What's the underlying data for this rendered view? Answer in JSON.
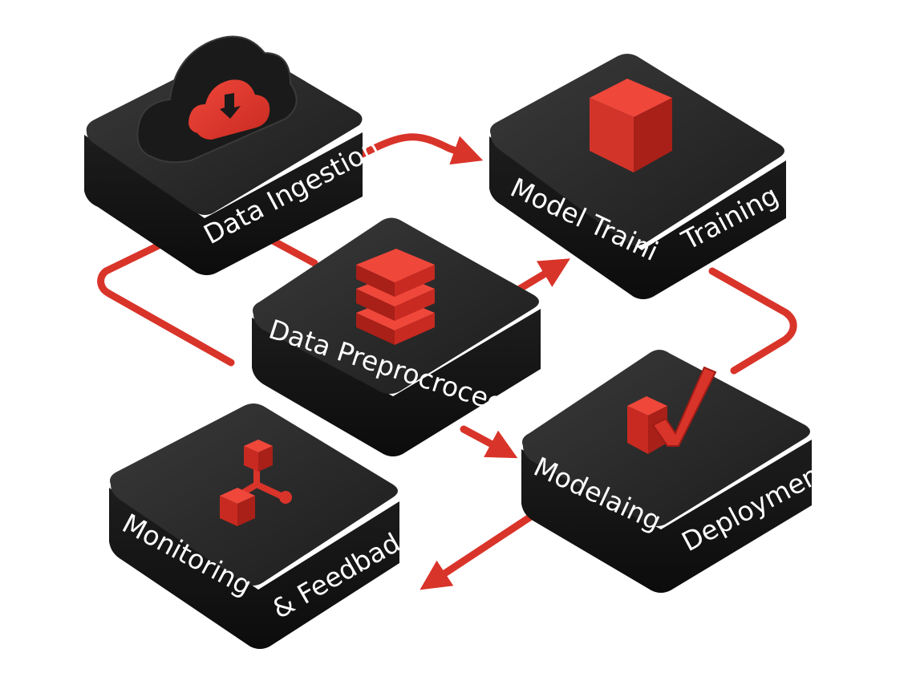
{
  "colors": {
    "accent": "#e23b30",
    "accent_dark": "#9e1c16",
    "block_top": "#262626",
    "block_side": "#121212"
  },
  "stages": {
    "ingestion": {
      "label": "Data Ingestion",
      "icon": "cloud-download-icon"
    },
    "preprocessing": {
      "label": "Data Preprocrocecessing",
      "icon": "stacked-layers-icon"
    },
    "training": {
      "label_left": "Model Traini",
      "label_right": "Training",
      "icon": "cube-icon"
    },
    "deployment": {
      "label_left": "Modelaing",
      "label_right": "Deployment",
      "icon": "checkmark-icon"
    },
    "monitoring": {
      "label_left": "Monitoring",
      "label_right": "& Feedbad",
      "icon": "network-nodes-icon"
    }
  }
}
